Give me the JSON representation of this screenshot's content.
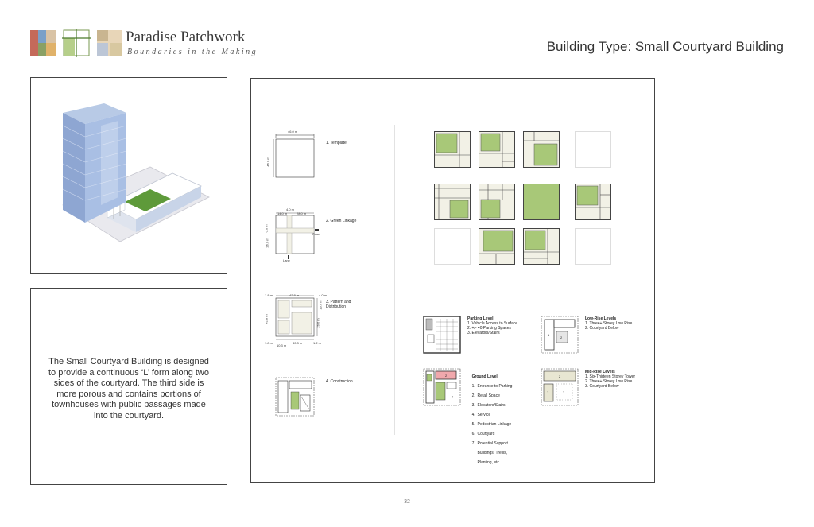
{
  "brand": {
    "title": "Paradise Patchwork",
    "tagline": "Boundaries in the Making"
  },
  "page_title": "Building Type: Small Courtyard Building",
  "description": "The Small Courtyard Building is designed to provide a continuous ‘L’ form along two sides of the courtyard. The third side is more porous and contains portions of townhouses with public passages made into the courtyard.",
  "steps": [
    {
      "label": "1. Template"
    },
    {
      "label": "2. Green Linkage"
    },
    {
      "label": "3. Pattern and Distribution"
    },
    {
      "label": "4. Construction"
    }
  ],
  "dimensions": {
    "template_w": "46.0 m",
    "template_h": "46.0 m",
    "link_a": "4.0 m",
    "link_b": "14.0 m",
    "link_c": "28.0 m",
    "link_d": "6.0 m",
    "link_e": "26.0 m",
    "link_f": "14.0 m",
    "link_road": "Road",
    "link_lane": "Lane",
    "pat_a": "1.8 m",
    "pat_b": "42.8 m",
    "pat_c": "4.0 m",
    "pat_d": "13.6 m",
    "pat_e": "42.8 m",
    "pat_f": "26.6 m",
    "pat_g": "1.8 m",
    "pat_h": "10.3 m",
    "pat_i": "30.3 m",
    "pat_j": "1.2 m"
  },
  "levels": [
    {
      "title": "Parking Level",
      "items": [
        "1.  Vehicle Access to Surface",
        "2.  +/- 40 Parking Spaces",
        "3.  Elevators/Stairs"
      ]
    },
    {
      "title": "Low-Rise Levels",
      "items": [
        "1.  Three+ Storey Low Rise",
        "2.  Courtyard Below"
      ]
    },
    {
      "title": "Ground Level",
      "items": [
        "1.  Entrance to Parking",
        "2.  Retail Space",
        "3.  Elevators/Stairs",
        "4.  Service",
        "5.  Pedestrian Linkage",
        "6.  Courtyard",
        "7.  Potential Support",
        "     Buildings, Trellis,",
        "     Planting, etc."
      ]
    },
    {
      "title": "Mid-Rise Levels",
      "items": [
        "1.  Six-Thirteen Storey Tower",
        "2.  Three+ Storey Low Rise",
        "3.  Courtyard Below"
      ]
    }
  ],
  "page_number": "32",
  "colors": {
    "green": "#a8c878",
    "cream": "#f2f1e6",
    "glass": "#9fb4d8",
    "pink": "#f0a8ac"
  }
}
